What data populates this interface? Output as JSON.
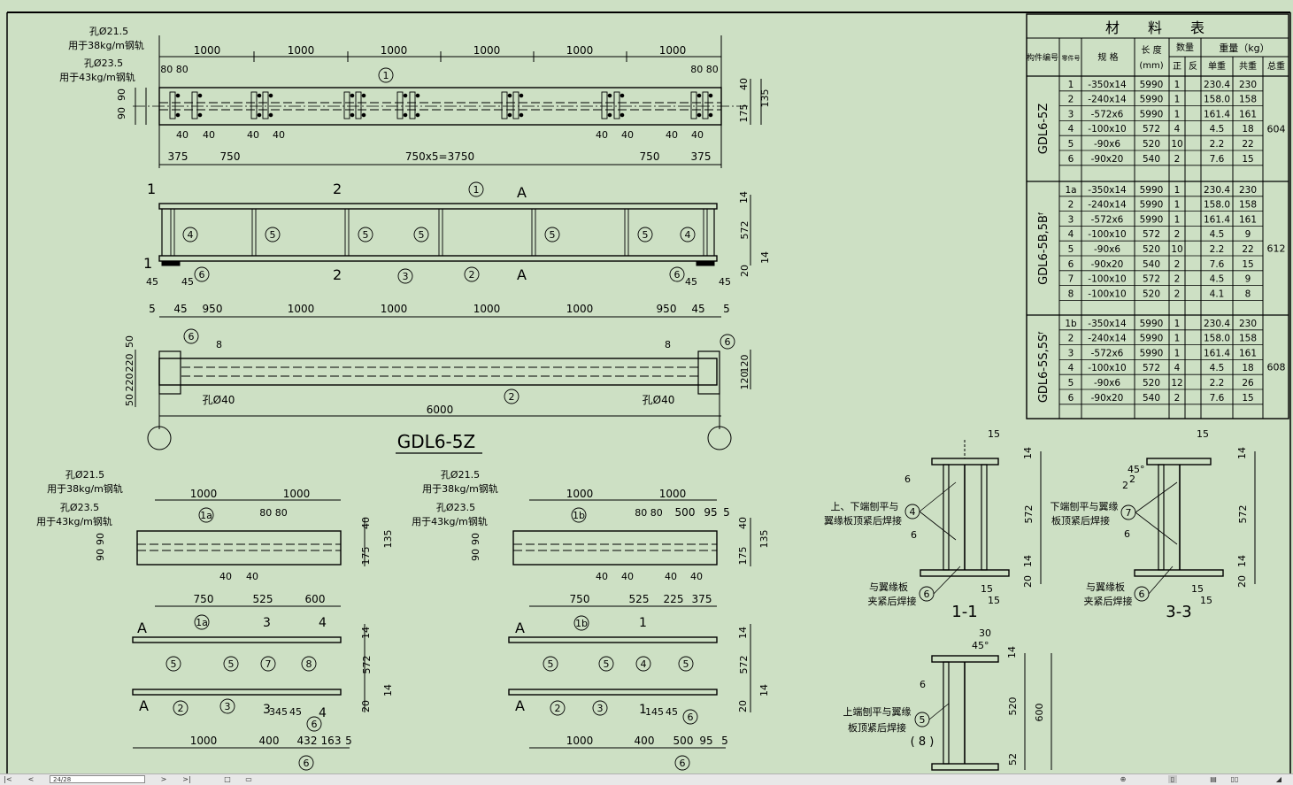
{
  "table": {
    "title": "材　　料　　表",
    "headers": {
      "member": "构件编号",
      "part": "零件号",
      "spec": "规 格",
      "length": "长 度",
      "length_unit": "(mm)",
      "qty": "数量",
      "qty_front": "正",
      "qty_back": "反",
      "weight": "重量（kg）",
      "unit_weight": "单重",
      "total_weight": "共重",
      "grand_total": "总重"
    },
    "groups": [
      {
        "name": "GDL6-5Z",
        "total": "604",
        "rows": [
          {
            "no": "1",
            "spec": "-350x14",
            "len": "5990",
            "qty": "1",
            "unit": "230.4",
            "sum": "230"
          },
          {
            "no": "2",
            "spec": "-240x14",
            "len": "5990",
            "qty": "1",
            "unit": "158.0",
            "sum": "158"
          },
          {
            "no": "3",
            "spec": "-572x6",
            "len": "5990",
            "qty": "1",
            "unit": "161.4",
            "sum": "161"
          },
          {
            "no": "4",
            "spec": "-100x10",
            "len": "572",
            "qty": "4",
            "unit": "4.5",
            "sum": "18"
          },
          {
            "no": "5",
            "spec": "-90x6",
            "len": "520",
            "qty": "10",
            "unit": "2.2",
            "sum": "22"
          },
          {
            "no": "6",
            "spec": "-90x20",
            "len": "540",
            "qty": "2",
            "unit": "7.6",
            "sum": "15"
          }
        ]
      },
      {
        "name": "GDL6-5B,5Bᶠ",
        "total": "612",
        "rows": [
          {
            "no": "1a",
            "spec": "-350x14",
            "len": "5990",
            "qty": "1",
            "unit": "230.4",
            "sum": "230"
          },
          {
            "no": "2",
            "spec": "-240x14",
            "len": "5990",
            "qty": "1",
            "unit": "158.0",
            "sum": "158"
          },
          {
            "no": "3",
            "spec": "-572x6",
            "len": "5990",
            "qty": "1",
            "unit": "161.4",
            "sum": "161"
          },
          {
            "no": "4",
            "spec": "-100x10",
            "len": "572",
            "qty": "2",
            "unit": "4.5",
            "sum": "9"
          },
          {
            "no": "5",
            "spec": "-90x6",
            "len": "520",
            "qty": "10",
            "unit": "2.2",
            "sum": "22"
          },
          {
            "no": "6",
            "spec": "-90x20",
            "len": "540",
            "qty": "2",
            "unit": "7.6",
            "sum": "15"
          },
          {
            "no": "7",
            "spec": "-100x10",
            "len": "572",
            "qty": "2",
            "unit": "4.5",
            "sum": "9"
          },
          {
            "no": "8",
            "spec": "-100x10",
            "len": "520",
            "qty": "2",
            "unit": "4.1",
            "sum": "8"
          }
        ]
      },
      {
        "name": "GDL6-5S,5Sᶠ",
        "total": "608",
        "rows": [
          {
            "no": "1b",
            "spec": "-350x14",
            "len": "5990",
            "qty": "1",
            "unit": "230.4",
            "sum": "230"
          },
          {
            "no": "2",
            "spec": "-240x14",
            "len": "5990",
            "qty": "1",
            "unit": "158.0",
            "sum": "158"
          },
          {
            "no": "3",
            "spec": "-572x6",
            "len": "5990",
            "qty": "1",
            "unit": "161.4",
            "sum": "161"
          },
          {
            "no": "4",
            "spec": "-100x10",
            "len": "572",
            "qty": "4",
            "unit": "4.5",
            "sum": "18"
          },
          {
            "no": "5",
            "spec": "-90x6",
            "len": "520",
            "qty": "12",
            "unit": "2.2",
            "sum": "26"
          },
          {
            "no": "6",
            "spec": "-90x20",
            "len": "540",
            "qty": "2",
            "unit": "7.6",
            "sum": "15"
          }
        ]
      }
    ]
  },
  "main": {
    "title": "GDL6-5Z",
    "hole_215": "孔Ø21.5",
    "rail_38": "用于38kg/m钢轨",
    "hole_235": "孔Ø23.5",
    "rail_43": "用于43kg/m钢轨",
    "dims_top": [
      "1000",
      "1000",
      "1000",
      "1000",
      "1000",
      "1000"
    ],
    "dims_bottom_plan": [
      "375",
      "750",
      "750x5=3750",
      "750",
      "375"
    ],
    "d8080": "80 80",
    "d40": "40",
    "d90": "90",
    "d135": "135",
    "d175": "175",
    "d572": "572",
    "d14": "14",
    "d20": "20",
    "d45": "45",
    "d5": "5",
    "d950": "950",
    "d1000": "1000",
    "d6000": "6000",
    "d50": "50",
    "d220": "220",
    "d120": "120",
    "hole40": "孔Ø40",
    "w6": "6",
    "w8": "8",
    "sec1": "1",
    "sec2": "2",
    "secA": "A",
    "p1": "1",
    "p2": "2",
    "p3": "3",
    "p4": "4",
    "p5": "5",
    "p6": "6",
    "p7": "7",
    "p8": "8",
    "p1a": "1a",
    "p1b": "1b"
  },
  "sub_b": {
    "dims_top": [
      "1000",
      "1000"
    ],
    "d8080": "80 80",
    "dims_bottom": [
      "750",
      "525",
      "600"
    ],
    "dims_el": [
      "1000",
      "400",
      "432",
      "163",
      "5"
    ],
    "s3": "3",
    "s4": "4",
    "d345": "345"
  },
  "sub_s": {
    "dims_top": [
      "1000",
      "1000"
    ],
    "d808050095": [
      "80 80",
      "500",
      "95",
      "5"
    ],
    "dims_bottom": [
      "750",
      "525",
      "225",
      "375"
    ],
    "dims_el": [
      "1000",
      "400",
      "500",
      "95",
      "5"
    ],
    "s1": "1",
    "d145": "145"
  },
  "sections": {
    "s11": "1-1",
    "s33": "3-3",
    "n15": "15",
    "n14": "14",
    "n572": "572",
    "n20": "20",
    "n45": "45°",
    "n30": "30",
    "n520": "520",
    "n600": "600",
    "n52": "52",
    "n2": "2",
    "note_a1": "上、下端刨平与",
    "note_a2": "翼缘板顶紧后焊接",
    "note_b1": "与翼缘板",
    "note_b2": "夹紧后焊接",
    "note_c1": "下端刨平与翼缘",
    "note_c2": "板顶紧后焊接",
    "note_d1": "上端刨平与翼缘",
    "note_d2": "板顶紧后焊接",
    "p8paren": "( 8 )"
  },
  "statusbar": {
    "page": "24/28"
  }
}
